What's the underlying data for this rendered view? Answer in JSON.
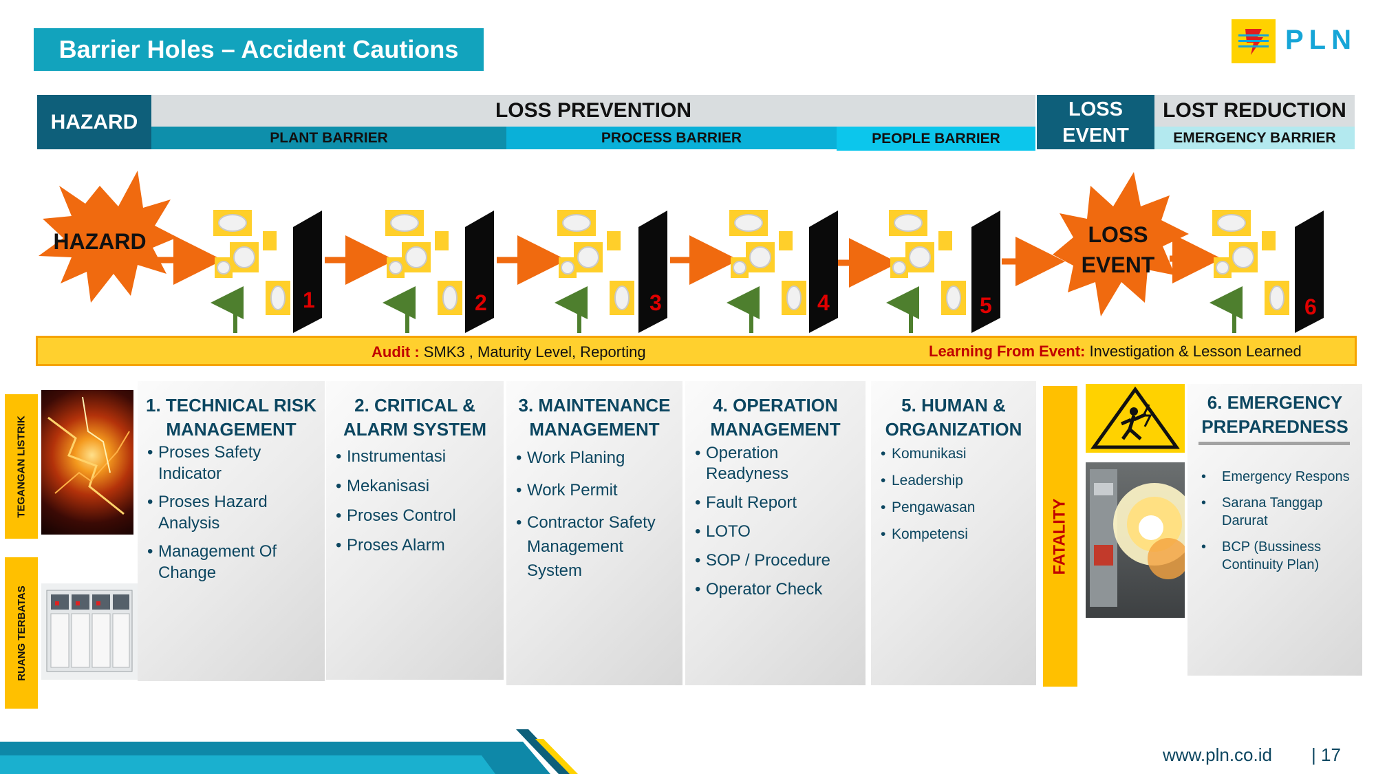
{
  "title": "Barrier Holes – Accident Cautions",
  "logo": {
    "text": "PLN",
    "icon": "pln-lightning-logo"
  },
  "header": {
    "hazard": "HAZARD",
    "loss_prevention": "LOSS PREVENTION",
    "plant_barrier": "PLANT BARRIER",
    "process_barrier": "PROCESS BARRIER",
    "people_barrier": "PEOPLE BARRIER",
    "loss_event_line1": "LOSS",
    "loss_event_line2": "EVENT",
    "lost_reduction": "LOST REDUCTION",
    "emergency_barrier": "EMERGENCY BARRIER"
  },
  "diagram": {
    "hazard_label": "HAZARD",
    "loss_event_line1": "LOSS",
    "loss_event_line2": "EVENT",
    "barrier_numbers": [
      "1",
      "2",
      "3",
      "4",
      "5",
      "6"
    ]
  },
  "audit_bar": {
    "audit_label": "Audit :",
    "audit_text": " SMK3 , Maturity Level, Reporting",
    "learning_label": "Learning From Event:",
    "learning_text": " Investigation & Lesson Learned"
  },
  "side_tags": {
    "tegangan": "TEGANGAN LISTRIK",
    "ruang": "RUANG TERBATAS",
    "fatality": "FATALITY"
  },
  "cards": [
    {
      "title_line1": "1. TECHNICAL RISK",
      "title_line2": "MANAGEMENT",
      "items": [
        "Proses Safety Indicator",
        "Proses Hazard Analysis",
        "Management Of Change"
      ]
    },
    {
      "title_line1": "2. CRITICAL &",
      "title_line2": "ALARM SYSTEM",
      "items": [
        "Instrumentasi",
        "Mekanisasi",
        "Proses Control",
        "Proses Alarm"
      ]
    },
    {
      "title_line1": "3. MAINTENANCE",
      "title_line2": "MANAGEMENT",
      "items": [
        "Work Planing",
        "Work Permit",
        "Contractor Safety Management System"
      ]
    },
    {
      "title_line1": "4. OPERATION",
      "title_line2": "MANAGEMENT",
      "items": [
        "Operation Readyness",
        "Fault Report",
        "LOTO",
        "SOP / Procedure",
        "Operator Check"
      ]
    },
    {
      "title_line1": "5. HUMAN &",
      "title_line2": "ORGANIZATION",
      "items": [
        "Komunikasi",
        "Leadership",
        "Pengawasan",
        "Kompetensi"
      ]
    },
    {
      "title_line1": "6. EMERGENCY",
      "title_line2": "PREPAREDNESS",
      "items": [
        "Emergency Respons",
        "Sarana Tanggap Darurat",
        "BCP (Bussiness Continuity Plan)"
      ]
    }
  ],
  "footer": {
    "url": "www.pln.co.id",
    "page": "|  17"
  },
  "colors": {
    "teal": "#12a3bd",
    "dark_teal": "#0e5f7a",
    "orange": "#f06a0f",
    "yellow": "#ffc000",
    "red": "#e00000",
    "navy_text": "#0c4660"
  }
}
